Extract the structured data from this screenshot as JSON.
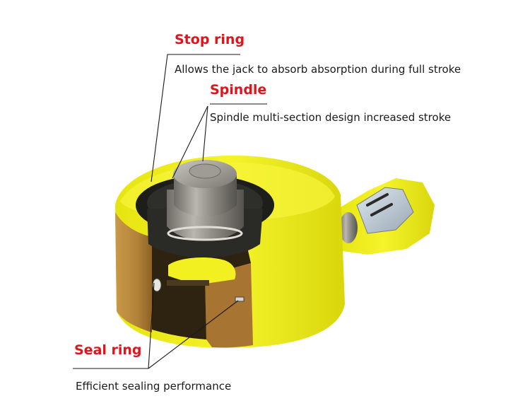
{
  "colors": {
    "label_red": "#e0141c",
    "body_yellow": "#f0ee1a",
    "body_yellow_dark": "#c9c70d",
    "cutaway_brown": "#b8883a",
    "cutaway_dark": "#3a2a12",
    "spindle_gray": "#8a8880",
    "leader_line": "#1a1a1a"
  },
  "callouts": {
    "stop_ring": {
      "title": "Stop ring",
      "description": "Allows the jack to absorb absorption during full stroke"
    },
    "spindle": {
      "title": "Spindle",
      "description": "Spindle multi-section design increased stroke"
    },
    "seal_ring": {
      "title": "Seal ring",
      "description": "Efficient sealing performance"
    }
  }
}
